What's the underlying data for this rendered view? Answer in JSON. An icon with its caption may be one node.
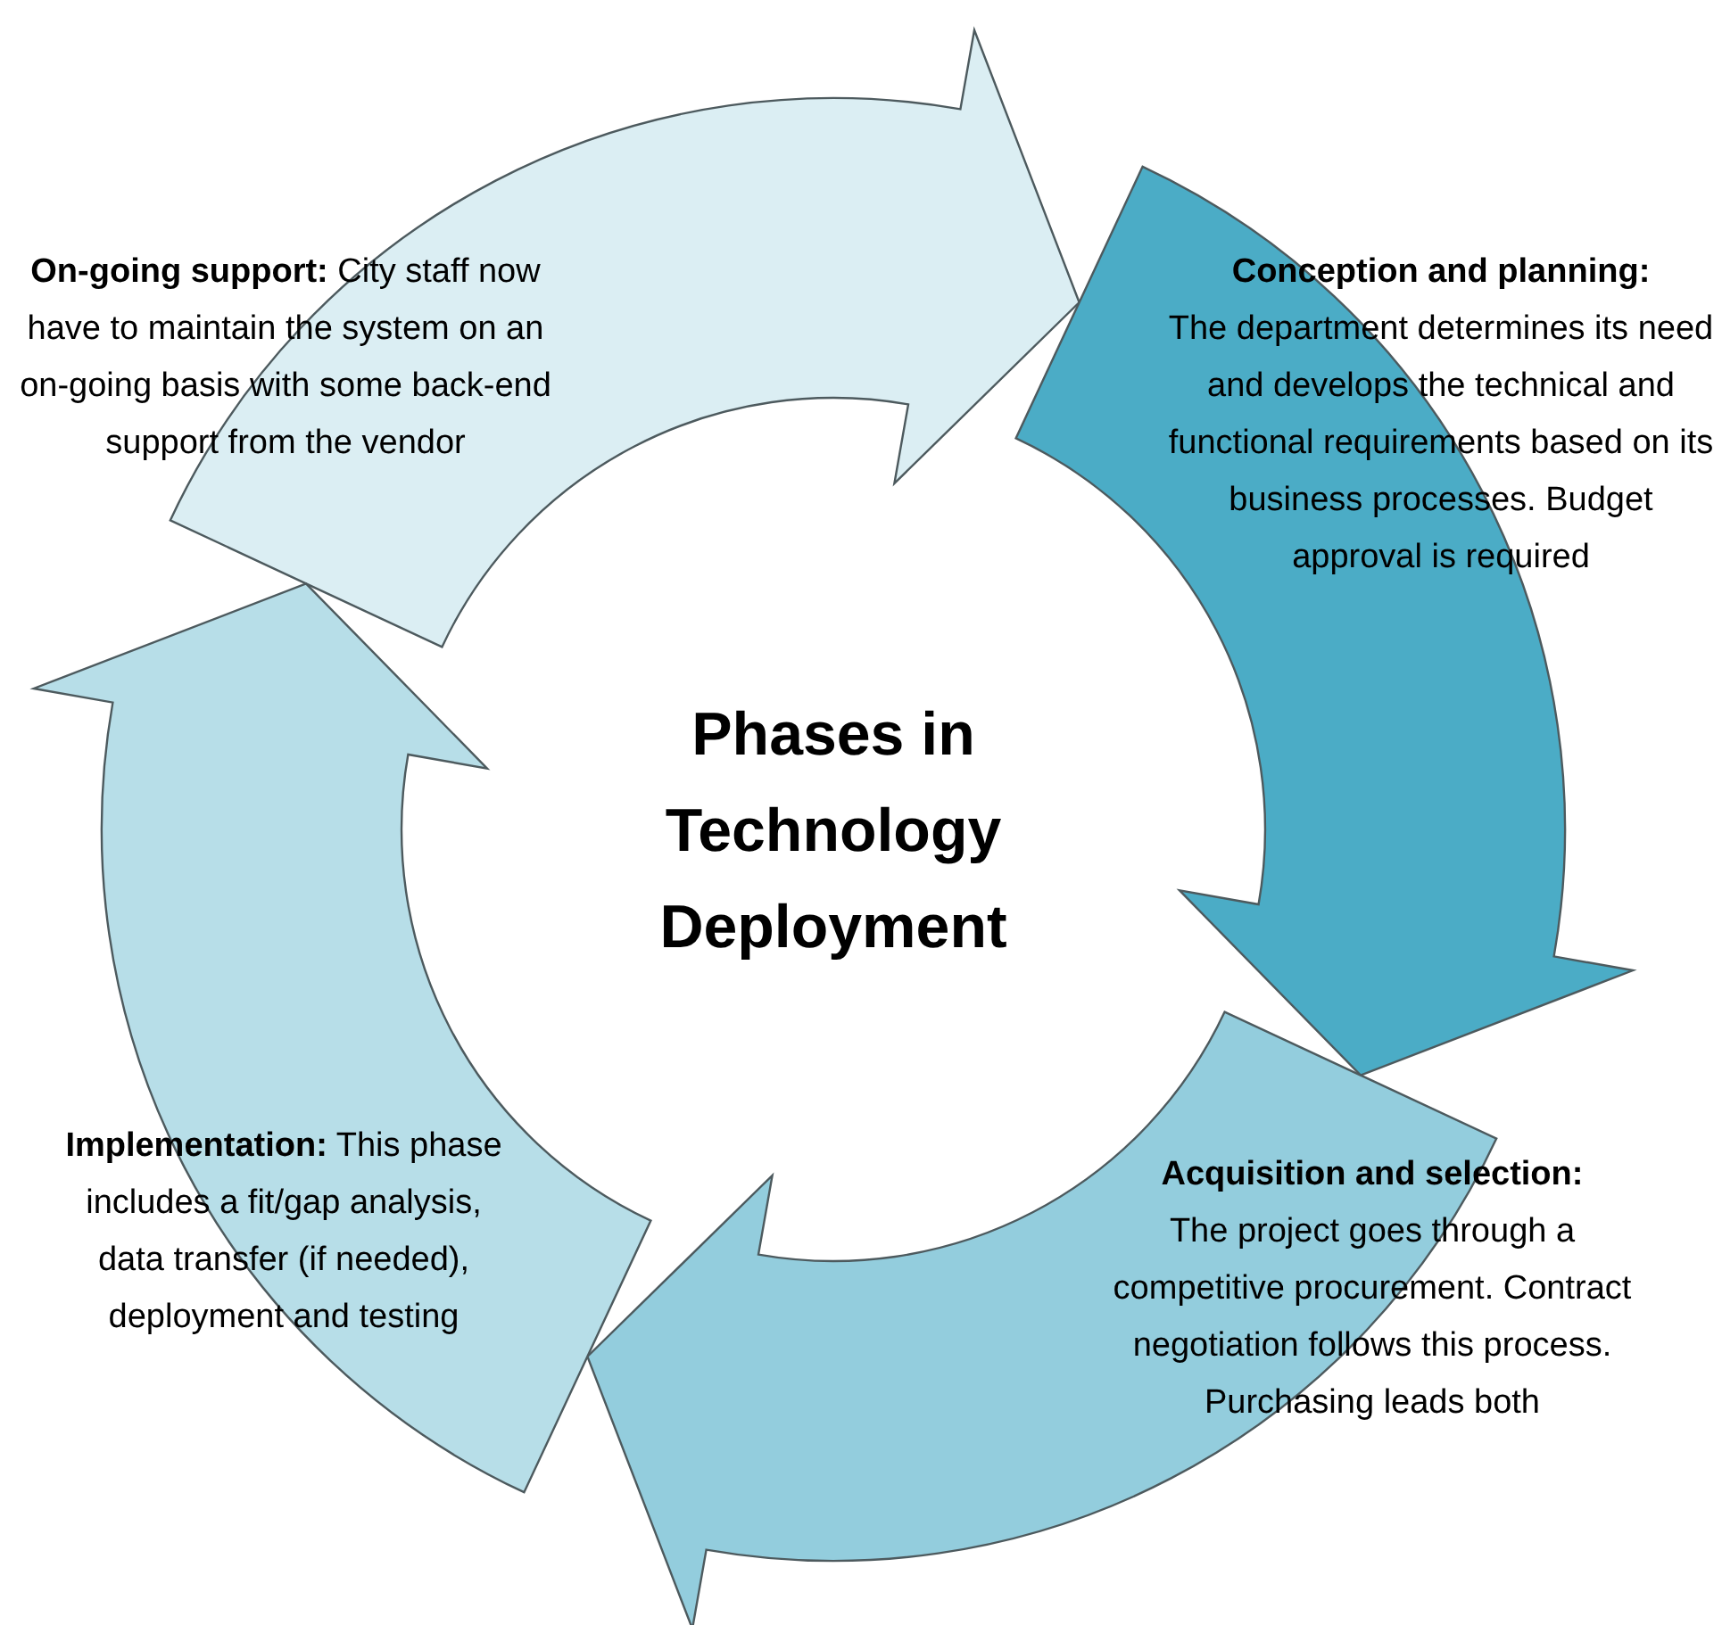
{
  "diagram": {
    "title": "Phases in Technology Deployment",
    "nodes": [
      {
        "text": [
          "On-going support:",
          "City staff now have to maintain the system on an on-going basis with some back-end support from the vendor"
        ]
      },
      {
        "text": [
          "Conception and planning:",
          "The department determines its need and develops the technical and functional requirements based on its business processes. Budget approval is required"
        ]
      },
      {
        "text": [
          "Acquisition and selection:",
          "The project goes through a competitive procurement. Contract negotiation follows this process.  Purchasing leads both"
        ]
      },
      {
        "text": [
          "Implementation:",
          "This phase includes a fit/gap analysis, data transfer (if needed), deployment and testing"
        ]
      }
    ],
    "edges": [
      {
        "from": 0,
        "to": 1,
        "arrow": "to",
        "color": "#dbeef3"
      },
      {
        "from": 1,
        "to": 2,
        "arrow": "to",
        "color": "#4bacc6"
      },
      {
        "from": 2,
        "to": 3,
        "arrow": "to",
        "color": "#93cddd"
      },
      {
        "from": 3,
        "to": 0,
        "arrow": "to",
        "color": "#b7dee8"
      }
    ]
  }
}
